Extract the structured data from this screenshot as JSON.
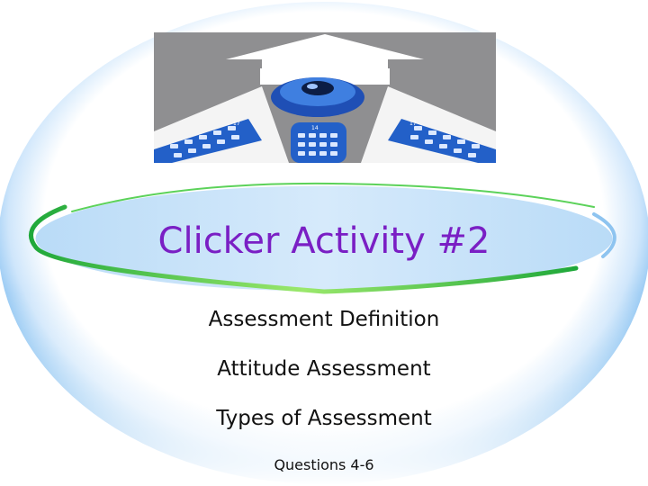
{
  "slide": {
    "title": "Clicker Activity #2",
    "items": [
      "Assessment Definition",
      "Attitude Assessment",
      "Types of Assessment"
    ],
    "note": "Questions 4-6",
    "photo": {
      "remote_left_label": "17",
      "remote_center_label": "14",
      "remote_right_label": "17"
    }
  },
  "colors": {
    "title": "#7a1fc4",
    "ring": "#8ec4f0",
    "band": "#cfe6f8",
    "accent_green": "#37c43a"
  }
}
